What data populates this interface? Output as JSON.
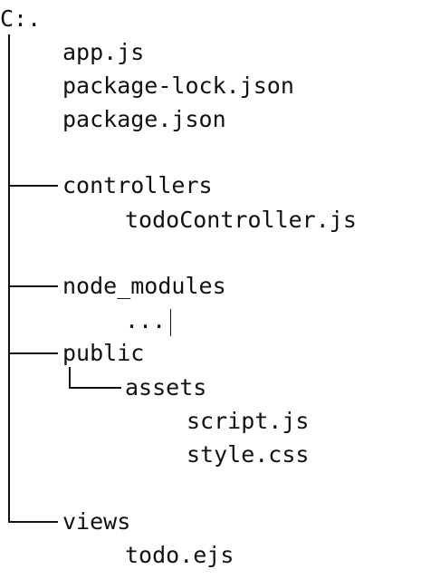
{
  "tree": {
    "root": "C:.",
    "root_files": [
      "app.js",
      "package-lock.json",
      "package.json"
    ],
    "controllers": {
      "name": "controllers",
      "files": [
        "todoController.js"
      ]
    },
    "node_modules": {
      "name": "node_modules",
      "ellipsis": "..."
    },
    "public": {
      "name": "public",
      "assets": {
        "name": "assets",
        "files": [
          "script.js",
          "style.css"
        ]
      }
    },
    "views": {
      "name": "views",
      "files": [
        "todo.ejs"
      ]
    }
  }
}
